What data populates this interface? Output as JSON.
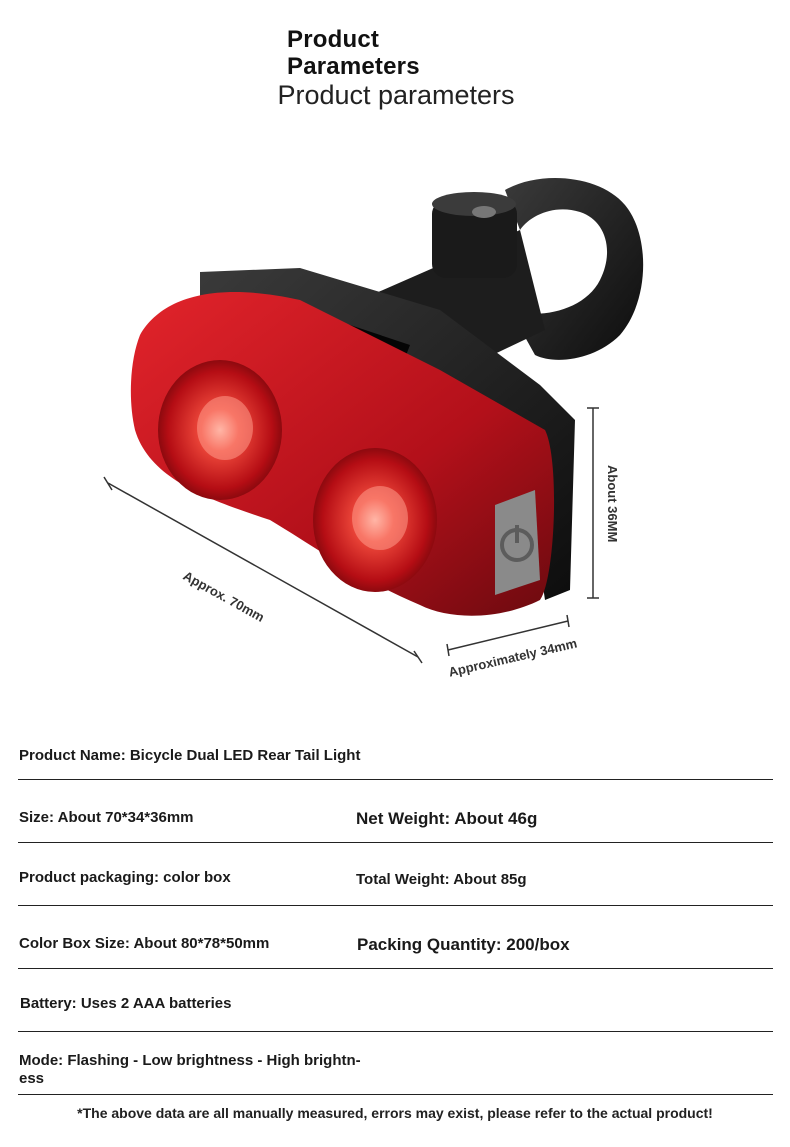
{
  "header": {
    "title_line1": "Product",
    "title_line2": "Parameters",
    "subtitle": "Product parameters"
  },
  "dimensions": {
    "length_label": "Approx. 70mm",
    "width_label": "Approximately 34mm",
    "height_label": "About 36MM"
  },
  "specs": {
    "product_name": "Product Name: Bicycle Dual LED Rear Tail Light",
    "size": "Size: About 70*34*36mm",
    "net_weight": "Net Weight: About 46g",
    "packaging": "Product packaging: color box",
    "total_weight": "Total Weight: About 85g",
    "box_size": "Color Box Size: About 80*78*50mm",
    "packing_qty": "Packing Quantity: 200/box",
    "battery": "Battery: Uses 2 AAA batteries",
    "mode_line1": "Mode: Flashing - Low brightness - High brightn-",
    "mode_line2": "ess"
  },
  "footnote": "*The above data are all manually measured, errors may exist, please refer to the actual product!",
  "colors": {
    "lens_red": "#c8121a",
    "housing_black": "#1b1b1b",
    "button_grey": "#8a8a8a"
  }
}
